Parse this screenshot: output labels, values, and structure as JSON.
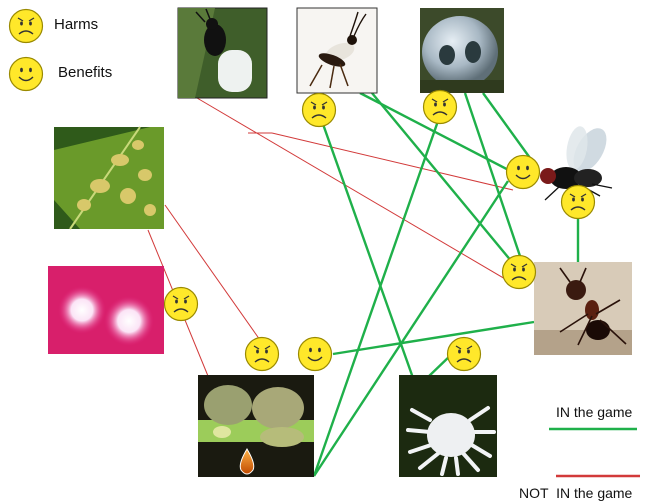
{
  "legend": {
    "harms_label": "Harms",
    "benefits_label": "Benefits",
    "in_game_label": "IN the game",
    "not_in_game_label": "NOT  IN the game"
  },
  "colors": {
    "in_game": "#1fb04a",
    "not_in_game": "#d23a3a",
    "face_fill": "#ffe82a",
    "face_stroke": "#9a8a00"
  },
  "nodes": [
    {
      "id": "parasitic-wasp",
      "icon": "black-wasp-on-leaf"
    },
    {
      "id": "braconid-wasp",
      "icon": "slim-wasp-on-white"
    },
    {
      "id": "fungus-infected-aphid",
      "icon": "gray-spotted-ball"
    },
    {
      "id": "leaf-rust",
      "icon": "yellow-spotted-leaf"
    },
    {
      "id": "fungal-spores",
      "icon": "pink-glowing-spores"
    },
    {
      "id": "fly",
      "icon": "black-fly"
    },
    {
      "id": "ant",
      "icon": "red-black-ant"
    },
    {
      "id": "aphids",
      "icon": "green-aphids-with-honeydew"
    },
    {
      "id": "mealybug",
      "icon": "white-mealybug"
    }
  ],
  "faces": [
    {
      "type": "harm"
    },
    {
      "type": "harm"
    },
    {
      "type": "benefit"
    },
    {
      "type": "harm"
    },
    {
      "type": "harm"
    },
    {
      "type": "harm"
    },
    {
      "type": "harm"
    },
    {
      "type": "benefit"
    },
    {
      "type": "harm"
    }
  ]
}
